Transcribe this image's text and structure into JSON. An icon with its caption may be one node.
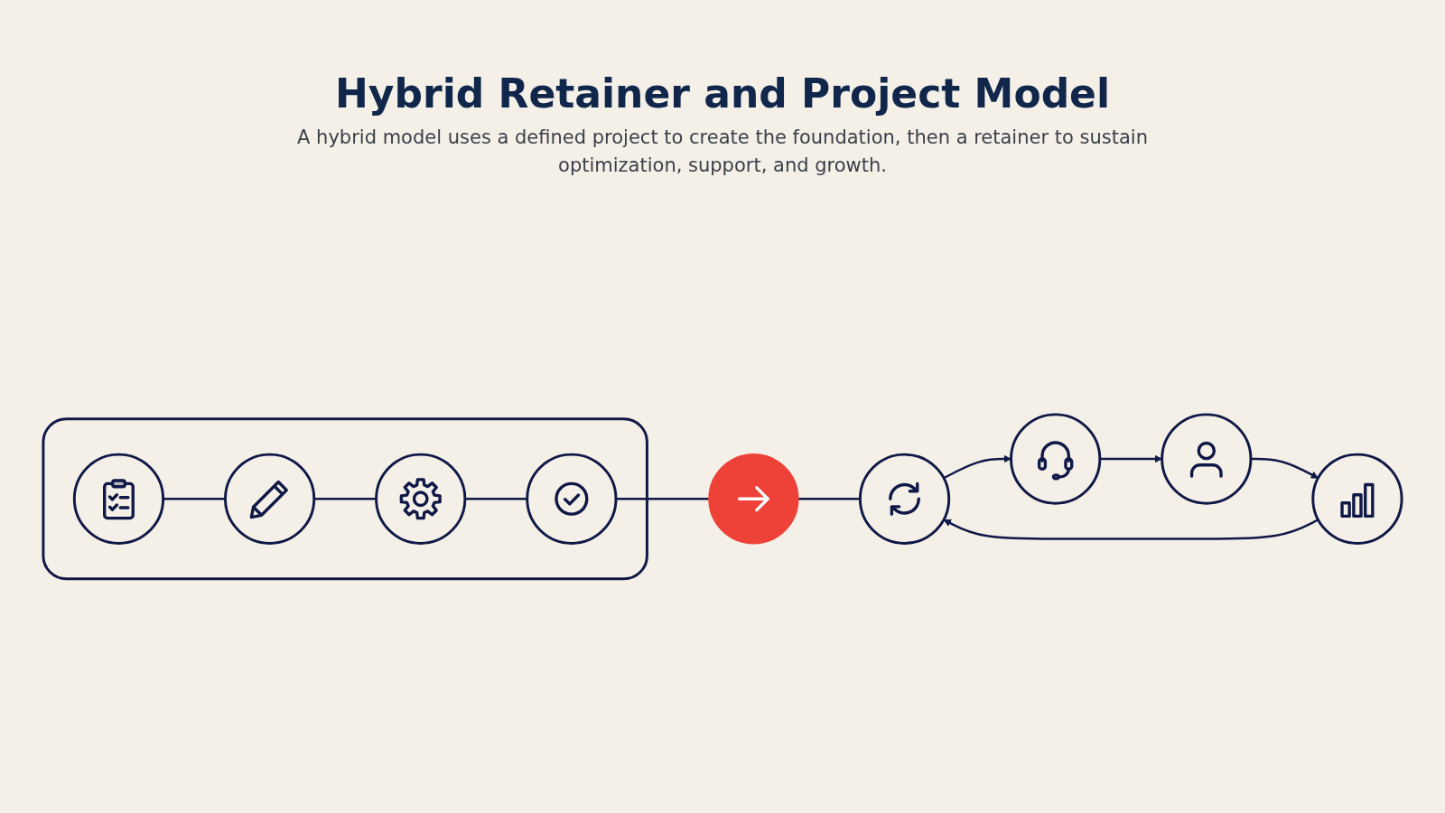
{
  "diagram": {
    "title": "Hybrid Retainer and Project Model",
    "caption": "A hybrid model uses a defined project to create the foundation, then a retainer to sustain optimization, support, and growth.",
    "nodes": [
      {
        "text": [],
        "shape": "box"
      },
      {
        "text": [],
        "shape": "circle",
        "in": 0
      },
      {
        "text": [],
        "shape": "circle",
        "in": 0
      },
      {
        "text": [],
        "shape": "circle",
        "in": 0
      },
      {
        "text": [],
        "shape": "circle",
        "in": 0
      },
      {
        "text": [],
        "shape": "circle"
      },
      {
        "text": [],
        "shape": "circle"
      },
      {
        "text": [],
        "shape": "circle"
      },
      {
        "text": [],
        "shape": "circle"
      },
      {
        "text": [],
        "shape": "circle"
      }
    ],
    "edges": [
      {
        "from": 1,
        "to": 2,
        "arrow": "none"
      },
      {
        "from": 2,
        "to": 3,
        "arrow": "none"
      },
      {
        "from": 3,
        "to": 4,
        "arrow": "none"
      },
      {
        "from": 4,
        "to": 5,
        "arrow": "none"
      },
      {
        "from": 5,
        "to": 6,
        "arrow": "none"
      },
      {
        "from": 6,
        "to": 7,
        "arrow": "to"
      },
      {
        "from": 7,
        "to": 8,
        "arrow": "to"
      },
      {
        "from": 8,
        "to": 9,
        "arrow": "to"
      },
      {
        "from": 9,
        "to": 6,
        "arrow": "to"
      }
    ]
  }
}
